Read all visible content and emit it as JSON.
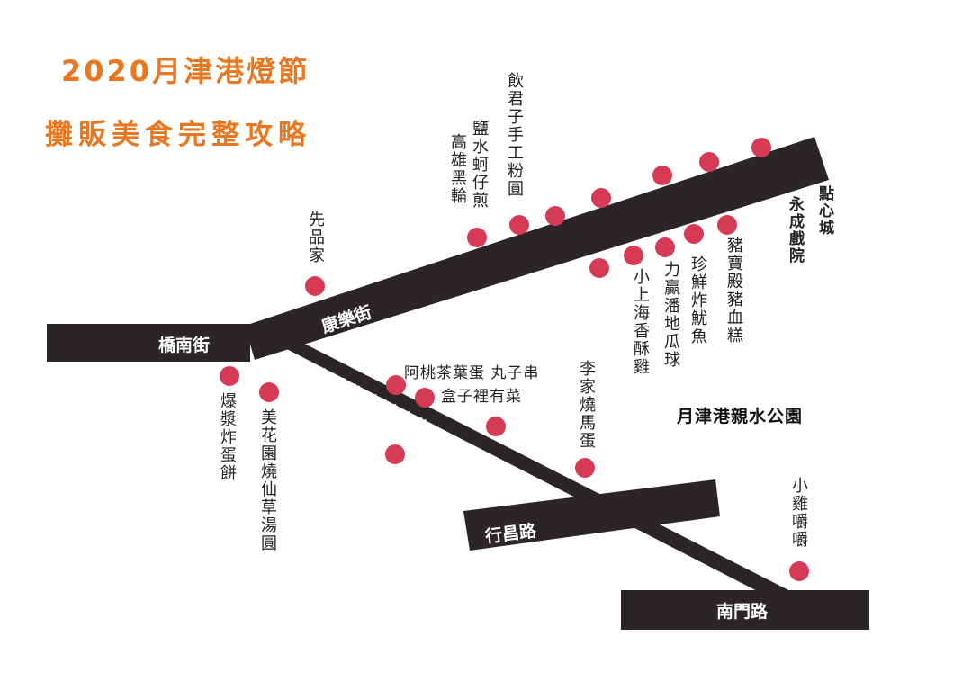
{
  "title": {
    "line1": "2020月津港燈節",
    "line2": "攤販美食完整攻略"
  },
  "colors": {
    "title": "#e87722",
    "road": "#2b2625",
    "stall_dot": "#d63a55",
    "road_text": "#ffffff"
  },
  "roads": {
    "qiaonan_st": "橋南街",
    "kangle_st": "康樂街",
    "qiaonan_old_st": "橋南街 橋南老街",
    "xingchang_rd": "行昌路",
    "nanmen_rd": "南門路"
  },
  "stalls": {
    "yinjunzi": "飲君子手工粉圓",
    "oyster_omelet": "鹽水蚵仔煎",
    "black_wheel": "高雄黑輪",
    "xianpin": "先品家",
    "baojiang": "爆漿炸蛋餅",
    "meihuayuan": "美花園燒仙草湯圓",
    "tea_egg": "阿桃茶葉蛋 丸子串",
    "box_dish": "盒子裡有菜",
    "li_horse_egg": "李家燒馬蛋",
    "xiao_shanghai": "小上海香酥雞",
    "sweet_potato": "力贏潘地瓜球",
    "squid": "珍鮮炸魷魚",
    "pig_blood": "豬寶殿豬血糕",
    "dianxin": "點心城",
    "chicken": "小雞嚼嚼"
  },
  "landmarks": {
    "theater": "永成戲院",
    "park": "月津港親水公園"
  }
}
